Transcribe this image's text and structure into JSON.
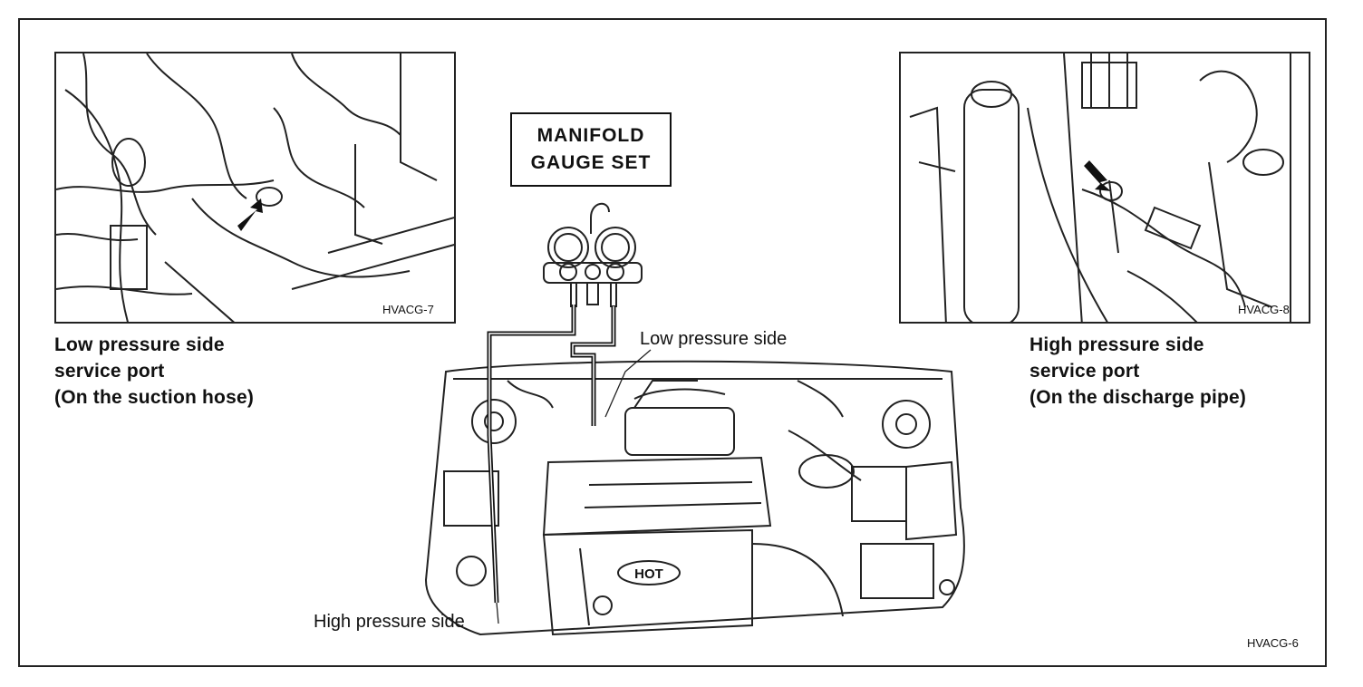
{
  "title_box": {
    "line1": "MANIFOLD",
    "line2": "GAUGE SET"
  },
  "inset_left": {
    "figure_code": "HVACG-7",
    "caption": [
      "Low pressure side",
      "service port",
      "(On the suction hose)"
    ]
  },
  "inset_right": {
    "figure_code": "HVACG-8",
    "caption": [
      "High pressure side",
      "service port",
      "(On the discharge pipe)"
    ]
  },
  "main": {
    "figure_code": "HVACG-6",
    "low_side_label": "Low pressure side",
    "high_side_label": "High pressure side",
    "engine_badge": "HOT"
  }
}
